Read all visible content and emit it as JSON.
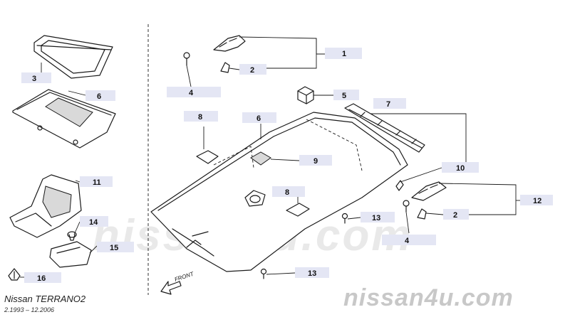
{
  "labels": [
    {
      "id": "l1",
      "text": "1"
    },
    {
      "id": "l2a",
      "text": "2"
    },
    {
      "id": "l2b",
      "text": "2"
    },
    {
      "id": "l3",
      "text": "3"
    },
    {
      "id": "l4a",
      "text": "4"
    },
    {
      "id": "l4b",
      "text": "4"
    },
    {
      "id": "l5",
      "text": "5"
    },
    {
      "id": "l6a",
      "text": "6"
    },
    {
      "id": "l6b",
      "text": "6"
    },
    {
      "id": "l7",
      "text": "7"
    },
    {
      "id": "l8a",
      "text": "8"
    },
    {
      "id": "l8b",
      "text": "8"
    },
    {
      "id": "l9",
      "text": "9"
    },
    {
      "id": "l10",
      "text": "10"
    },
    {
      "id": "l11",
      "text": "11"
    },
    {
      "id": "l12",
      "text": "12"
    },
    {
      "id": "l13a",
      "text": "13"
    },
    {
      "id": "l13b",
      "text": "13"
    },
    {
      "id": "l14",
      "text": "14"
    },
    {
      "id": "l15",
      "text": "15"
    },
    {
      "id": "l16",
      "text": "16"
    }
  ],
  "front_label": "FRONT",
  "model_name": "Nissan  TERRANO2",
  "model_years": "2.1993  –  12.2006",
  "watermark_center": "nissan4u.com",
  "watermark_corner": "nissan4u.com",
  "colors": {
    "label_box": "#e4e6f4",
    "line": "#1a1a1a",
    "watermark_center": "#e9e9e9",
    "watermark_corner": "#c8c8c8"
  }
}
